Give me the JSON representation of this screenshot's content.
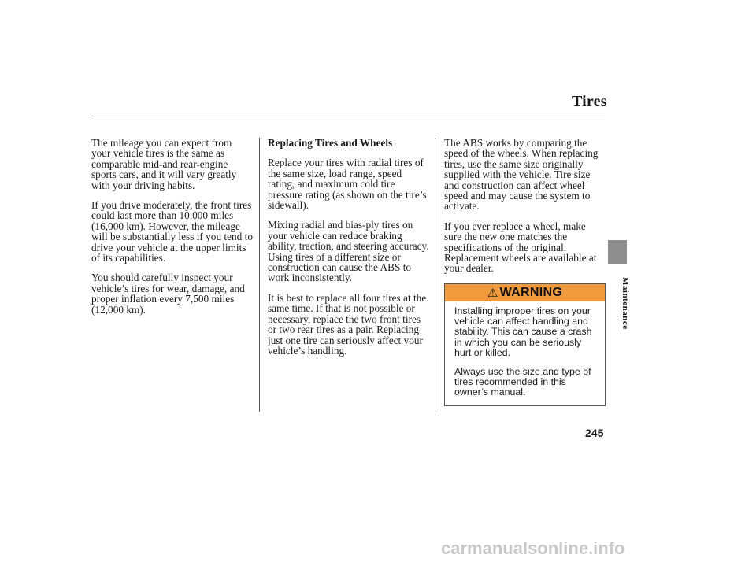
{
  "header": {
    "title": "Tires"
  },
  "sidebar": {
    "section_label": "Maintenance"
  },
  "column1": {
    "paragraphs": [
      "The mileage you can expect from your vehicle tires is the same as comparable mid-and rear-engine sports cars, and it will vary greatly with your driving habits.",
      "If you drive moderately, the front tires could last more than 10,000 miles (16,000 km). However, the mileage will be substantially less if you tend to drive your vehicle at the upper limits of its capabilities.",
      "You should carefully inspect your vehicle’s tires for wear, damage, and proper inflation every 7,500 miles (12,000 km)."
    ]
  },
  "column2": {
    "heading": "Replacing Tires and Wheels",
    "paragraphs": [
      "Replace your tires with radial tires of the same size, load range, speed rating, and maximum cold tire pressure rating (as shown on the tire’s sidewall).",
      "Mixing radial and bias-ply tires on your vehicle can reduce braking ability, traction, and steering accuracy. Using tires of a different size or construction can cause the ABS to work inconsistently.",
      "It is best to replace all four tires at the same time. If that is not possible or necessary, replace the two front tires or two rear tires as a pair. Replacing just one tire can seriously affect your vehicle’s handling."
    ]
  },
  "column3": {
    "paragraphs": [
      "The ABS works by comparing the speed of the wheels. When replacing tires, use the same size originally supplied with the vehicle. Tire size and construction can affect wheel speed and may cause the system to activate.",
      "If you ever replace a wheel, make sure the new one matches the specifications of the original. Replacement wheels are available at your dealer."
    ]
  },
  "warning": {
    "icon": "warning-triangle-icon",
    "label": "WARNING",
    "color": "#f09a3e",
    "paragraphs": [
      "Installing improper tires on your vehicle can affect handling and stability. This can cause a crash in which you can be seriously hurt or killed.",
      "Always use the size and type of tires recommended in this owner’s manual."
    ]
  },
  "footer": {
    "page_number": "245"
  },
  "watermark": {
    "text": "carmanualsonline.info"
  }
}
